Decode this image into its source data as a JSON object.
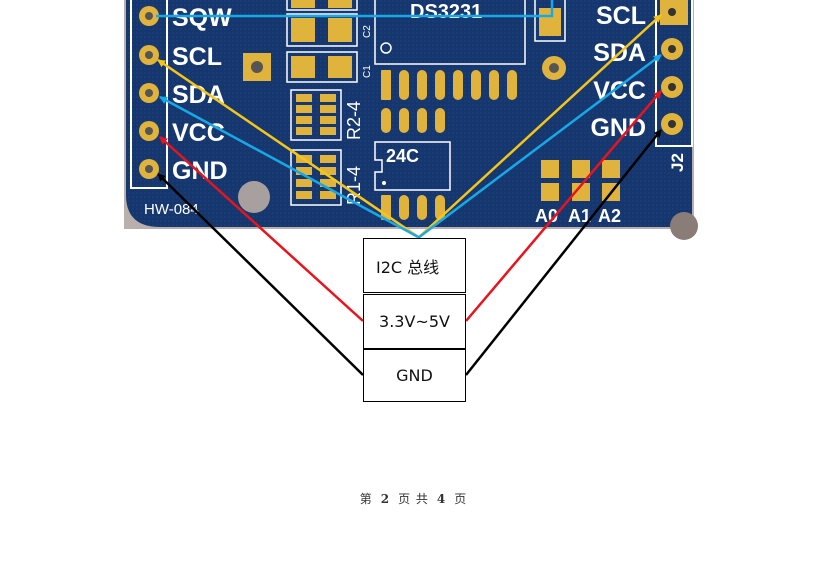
{
  "board": {
    "model": "HW-084",
    "chip_main": "DS3231",
    "chip_eeprom": "24C",
    "left_pins": [
      "SQW",
      "SCL",
      "SDA",
      "VCC",
      "GND"
    ],
    "right_pins": [
      "SCL",
      "SDA",
      "VCC",
      "GND"
    ],
    "right_header": "J2",
    "cap_labels": [
      "C2",
      "C1"
    ],
    "resistor_labels": [
      "R2-4",
      "R1-4"
    ],
    "address_pads": [
      "A0",
      "A1",
      "A2"
    ],
    "colors": {
      "pcb": "#16376e",
      "pad": "#e0b43c",
      "silk": "#ffffff",
      "wire_scl": "#f5c518",
      "wire_sda": "#18a8e6",
      "wire_vcc": "#e8141c",
      "wire_gnd": "#000000"
    }
  },
  "legend_boxes": {
    "i2c": "I2C 总线",
    "power": "3.3V~5V",
    "ground": "GND"
  },
  "footer": {
    "prefix": "第",
    "page": "2",
    "mid": "页 共",
    "total": "4",
    "suffix": "页"
  }
}
